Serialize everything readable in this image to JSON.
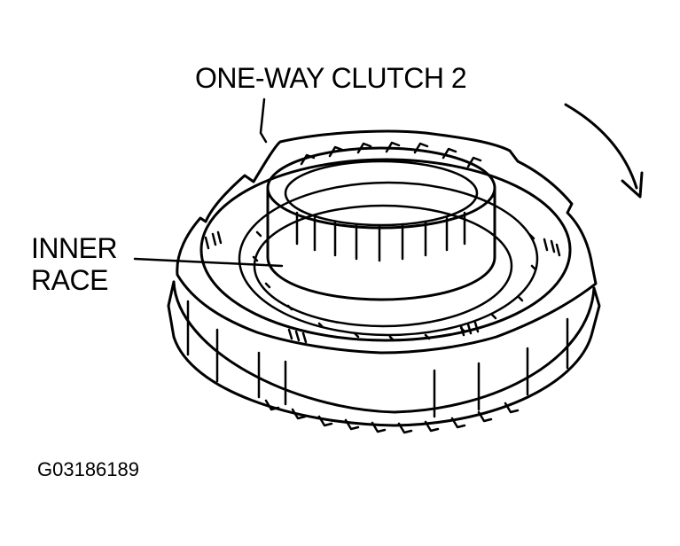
{
  "labels": {
    "clutch": "ONE-WAY CLUTCH 2",
    "inner_line1": "INNER",
    "inner_line2": "RACE",
    "figure_code": "G03186189"
  },
  "colors": {
    "ink": "#000000",
    "paper": "#ffffff"
  },
  "icons": {
    "rotation": "curved-rotation-arrow-icon"
  }
}
